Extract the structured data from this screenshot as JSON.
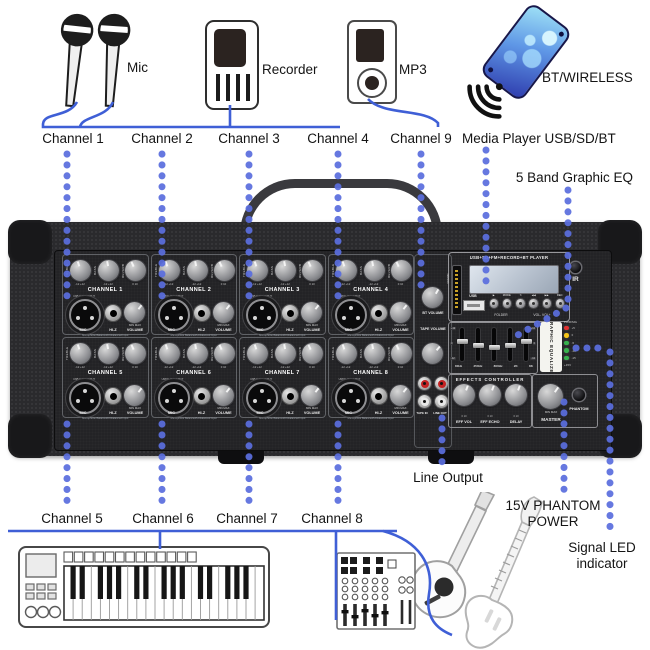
{
  "colors": {
    "callout_line": "#3f5fd6",
    "callout_dots": "#5a6ede",
    "knob_cap_eq": "#5a87c8",
    "knob_cap_reverb": "#ddd9cf",
    "knob_cap_volume": "#cf3434",
    "led_red": "#e03131",
    "led_yellow": "#f5c518",
    "led_green": "#37b24d"
  },
  "sources": {
    "mic": "Mic",
    "recorder": "Recorder",
    "mp3": "MP3",
    "bt": "BT/WIRELESS"
  },
  "callouts": {
    "ch1": "Channel 1",
    "ch2": "Channel 2",
    "ch3": "Channel 3",
    "ch4": "Channel 4",
    "ch9": "Channel 9",
    "media_player": "Media Player USB/SD/BT",
    "graphic_eq": "5 Band Graphic EQ",
    "ch5": "Channel 5",
    "ch6": "Channel 6",
    "ch7": "Channel 7",
    "ch8": "Channel 8",
    "line_output": "Line Output",
    "phantom": "15V PHANTOM POWER",
    "signal_led": "Signal LED indicator"
  },
  "mixer": {
    "channels": [
      {
        "name": "CHANNEL 1"
      },
      {
        "name": "CHANNEL 2"
      },
      {
        "name": "CHANNEL 3"
      },
      {
        "name": "CHANNEL 4"
      },
      {
        "name": "CHANNEL 5"
      },
      {
        "name": "CHANNEL 6"
      },
      {
        "name": "CHANNEL 7"
      },
      {
        "name": "CHANNEL 8"
      }
    ],
    "strip": {
      "treble": "TREBLE",
      "bass": "BASS",
      "reverb": "REVERB",
      "scale_eq": "-12 +12",
      "scale_rev": "0 10",
      "xlr_arc": "UNBAL/BAL INPUT",
      "mic": "MIC",
      "hiz": "HI-Z",
      "volume": "VOLUME",
      "minmax": "MIN MAX",
      "foot": "Microphone Balanced/Unbalanced Input"
    },
    "media": {
      "header": "USB+SD+FM+RECORD+BT PLAYER",
      "sd_slot": "SD/MMC",
      "ir": "IR",
      "usb": "USB",
      "buttons": [
        "▶",
        "MODE",
        "↻",
        "◀◀",
        "▶▶",
        "REC"
      ],
      "folder": "FOLDER",
      "vol": "VOL-  VOL+"
    },
    "eq": {
      "title": "GRAPHIC EQUALIZER",
      "freqs": [
        "80Hz",
        "250Hz",
        "800Hz",
        "2K",
        "8K"
      ],
      "side_labels": [
        "+12",
        "0",
        "-12"
      ]
    },
    "leds": {
      "title": "PWR/SIG",
      "rows": [
        {
          "label": "+5",
          "color": "#e03131"
        },
        {
          "label": "0",
          "color": "#f5c518"
        },
        {
          "label": "-5",
          "color": "#37b24d"
        },
        {
          "label": "-10",
          "color": "#37b24d"
        },
        {
          "label": "-15",
          "color": "#37b24d"
        }
      ],
      "phantom_voltage": "+15V"
    },
    "effects": {
      "header": "EFFECTS CONTROLLER",
      "knobs": [
        {
          "label": "EFF VOL",
          "scale": "0 10",
          "cap": "#cf3434"
        },
        {
          "label": "EFF ECHO",
          "scale": "0 10",
          "cap": "#ddd9cf"
        },
        {
          "label": "DELAY",
          "scale": "0 10",
          "cap": "#ddd9cf"
        }
      ]
    },
    "master": {
      "minmax": "MIN MAX",
      "label": "MASTER",
      "phantom_button": "PHANTOM"
    },
    "aux": {
      "bt_volume": "BT VOLUME",
      "tape_volume": "TAPE VOLUME",
      "tape_in": "TAPE IN",
      "line_out": "LINE OUT"
    }
  }
}
